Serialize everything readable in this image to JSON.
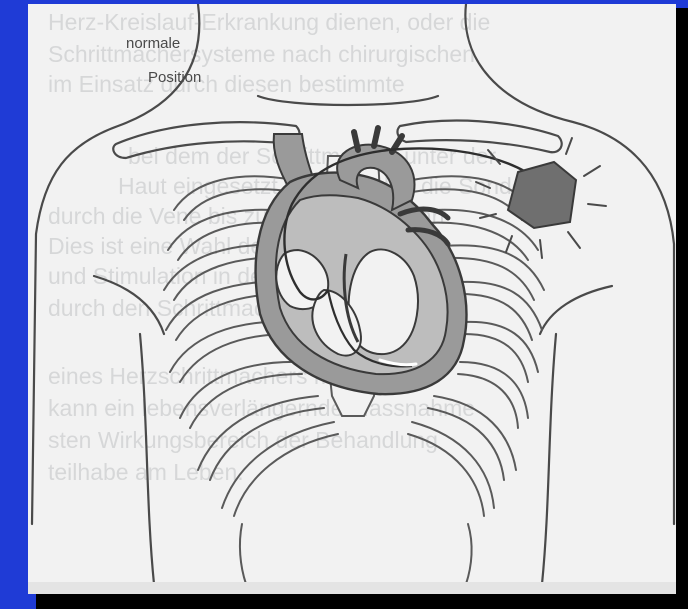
{
  "slide": {
    "background_color": "#1f3bd6",
    "paper_color": "#f2f2f2",
    "device_color": "#6f6f6f",
    "heart_wall_color": "#9a9a9a"
  },
  "figure": {
    "label_line1": "normale",
    "label_line2": "Position"
  },
  "bleed_text": {
    "lines": [
      "Herz-Kreislauf-Erkrankung dienen, oder die",
      "Schrittmachersysteme nach chirurgischen",
      "im Einsatz durch diesen bestimmte",
      "bei dem der Schrittmacher unter der",
      "Haut eingesetzt wird, werden die Sonden",
      "durch die Vene bis zum Herzen geführt",
      "Dies ist eine Wahl der Elektroden, die",
      "und Stimulation in der rechten Kammer",
      "durch den Schrittmacher eingesetzt wird",
      "eines Herzschrittmachers mit Pause",
      "kann ein lebensverlängernde Massnahme",
      "sten Wirkungsbereich der Behandlung",
      "teilhabe am Leben."
    ]
  }
}
